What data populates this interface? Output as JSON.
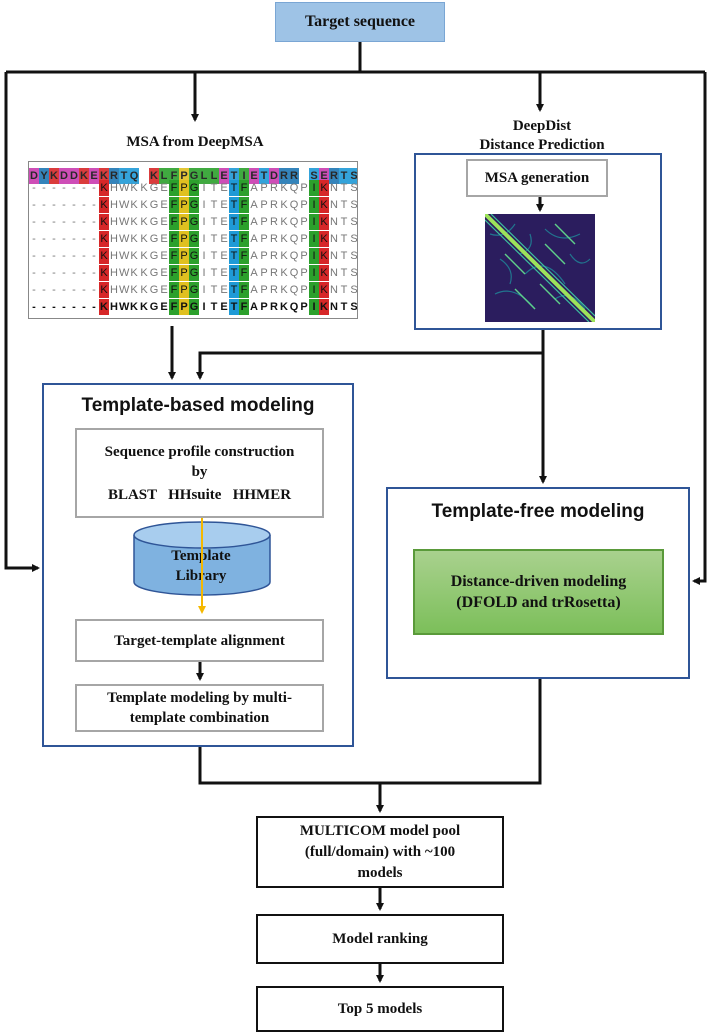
{
  "target_sequence": "Target sequence",
  "msa_title": "MSA from DeepMSA",
  "msa_rows": [
    "DYKDDKEKRTQ KLFPGLLETIETDRR SERTSDTKKAAEE",
    "-------KHWKKGEFPGITETFAPRKQPIKNTSPSS----",
    "-------KHWKKGEFPGITETFAPRKQPIKNTSPS-----",
    "-------KHWKKGEFPGITETFAPRKQPIKNTSPSS----",
    "-------KHWKKGEFPGITETFAPRKQPIKNTSPS-----",
    "-------KHWKKGEFPGITETFAPRKQPIKNTSPSS----",
    "-------KHWKKGEFPGITETFAPRKQPIKNTSPSS----",
    "-------KHWKKGEFPGITETFAPRKQPIKNTSPSS----",
    "-------KHWKKGEFPGITETFAPRKQPIKNTSPS-----"
  ],
  "deepdist_title_line1": "DeepDist",
  "deepdist_title_line2": "Distance Prediction",
  "msa_generation": "MSA generation",
  "template_based_title": "Template-based modeling",
  "seq_profile_line1": "Sequence profile construction",
  "seq_profile_line2": "by",
  "seq_profile_line3": "BLAST   HHsuite   HHMER",
  "template_library_line1": "Template",
  "template_library_line2": "Library",
  "target_template_alignment": "Target-template alignment",
  "template_modeling_line1": "Template modeling by multi-",
  "template_modeling_line2": "template combination",
  "template_free_title": "Template-free modeling",
  "distance_modeling_line1": "Distance-driven modeling",
  "distance_modeling_line2": "(DFOLD and trRosetta)",
  "model_pool_line1": "MULTICOM model pool",
  "model_pool_line2": "(full/domain) with ~100",
  "model_pool_line3": "models",
  "model_ranking": "Model ranking",
  "top_models": "Top 5 models",
  "colors": {
    "panel_border": "#2f5597",
    "title_fill": "#9ec3e6",
    "cylinder_fill": "#7fb2e0",
    "green_fill": "#7cbf5a",
    "arrow": "#111111",
    "yellow_arrow": "#f5b800"
  }
}
